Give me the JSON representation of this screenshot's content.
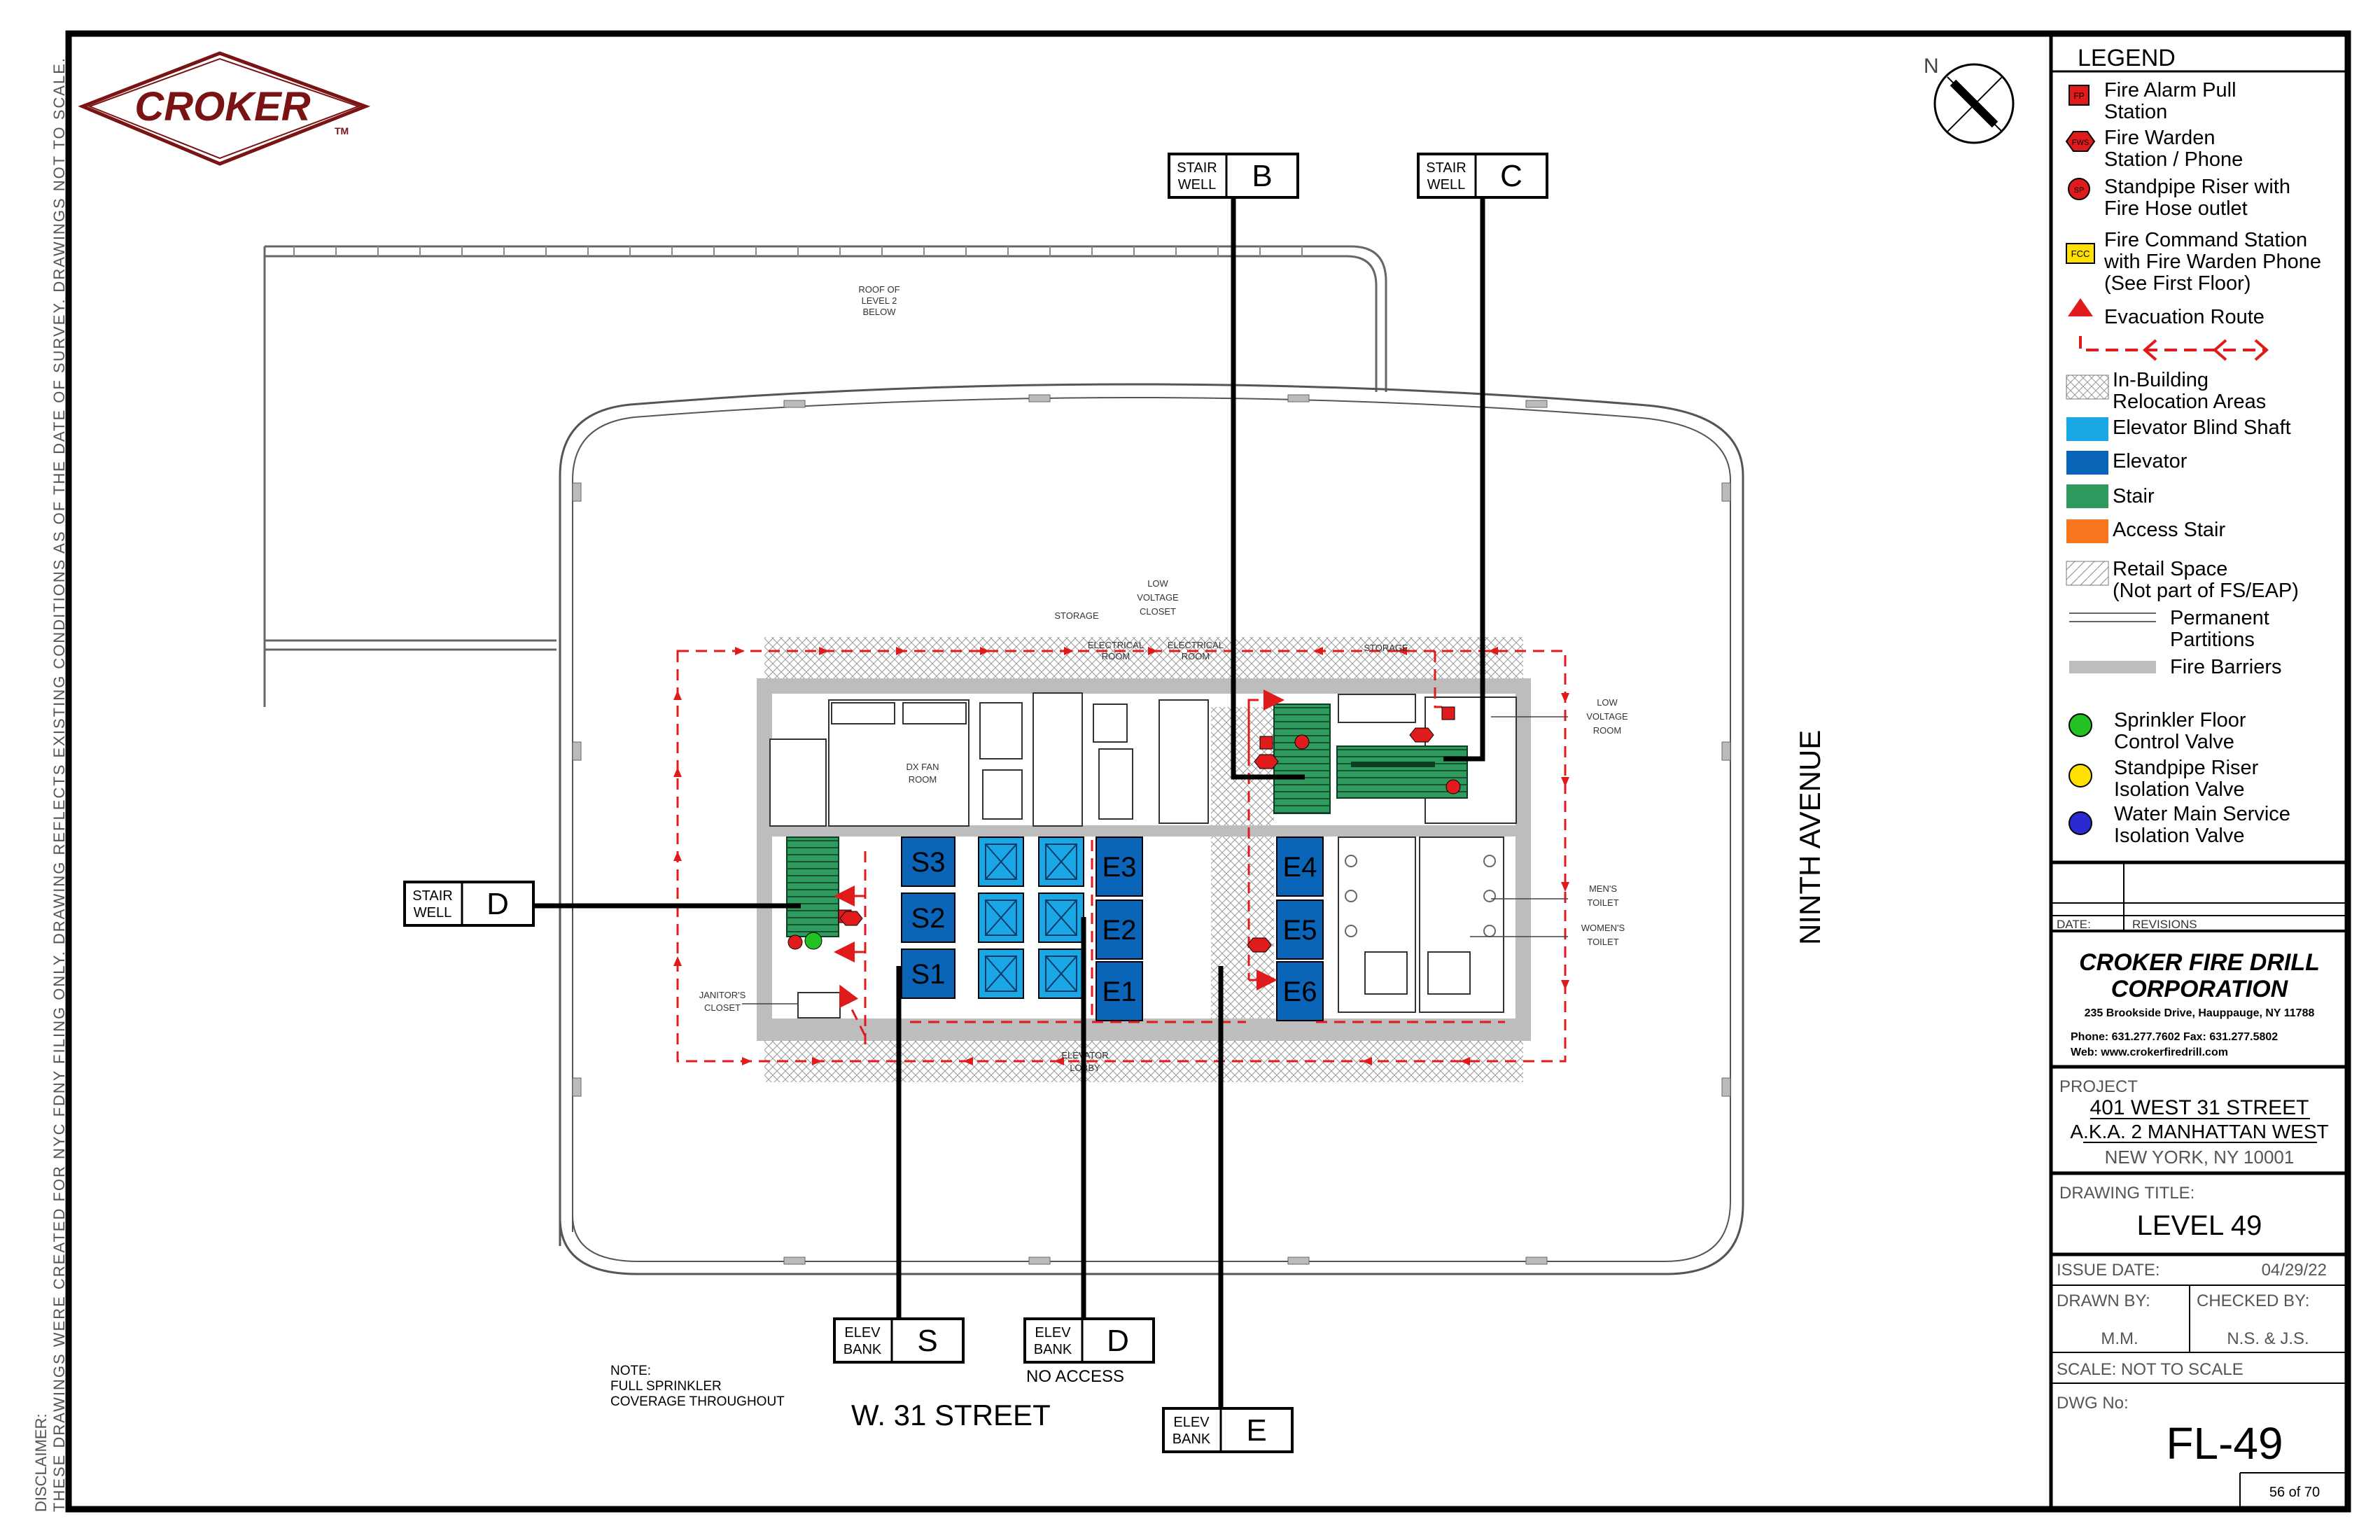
{
  "logo": {
    "text": "CROKER",
    "tm": "TM"
  },
  "disclaimer": {
    "line1": "DISCLAIMER:",
    "line2": "THESE DRAWINGS WERE CREATED FOR NYC FDNY FILING ONLY. DRAWING REFLECTS EXISTING CONDITIONS AS OF THE DATE OF SURVEY. DRAWINGS NOT TO SCALE."
  },
  "north": {
    "label": "N"
  },
  "plan": {
    "roof_level2": [
      "ROOF OF",
      "LEVEL 2",
      "BELOW"
    ],
    "rooms": {
      "storage_left": "STORAGE",
      "electrical_room_1": [
        "ELECTRICAL",
        "ROOM"
      ],
      "low_voltage_top": [
        "LOW",
        "VOLTAGE",
        "CLOSET"
      ],
      "electrical_room_2": [
        "ELECTRICAL",
        "ROOM"
      ],
      "storage_right": "STORAGE",
      "low_voltage_right": [
        "LOW",
        "VOLTAGE",
        "ROOM"
      ],
      "dx_fan": [
        "DX FAN",
        "ROOM"
      ],
      "mens_toilet": [
        "MEN'S",
        "TOILET"
      ],
      "womens_toilet": [
        "WOMEN'S",
        "TOILET"
      ],
      "janitors_closet": [
        "JANITOR'S",
        "CLOSET"
      ],
      "elevator_lobby": [
        "ELEVATOR",
        "LOBBY"
      ]
    },
    "elevators": [
      "S3",
      "S2",
      "S1",
      "E3",
      "E2",
      "E1",
      "E4",
      "E5",
      "E6"
    ],
    "stair_callouts": [
      {
        "small": [
          "STAIR",
          "WELL"
        ],
        "letter": "B"
      },
      {
        "small": [
          "STAIR",
          "WELL"
        ],
        "letter": "C"
      },
      {
        "small": [
          "STAIR",
          "WELL"
        ],
        "letter": "D"
      }
    ],
    "elev_callouts": [
      {
        "small": [
          "ELEV",
          "BANK"
        ],
        "letter": "S"
      },
      {
        "small": [
          "ELEV",
          "BANK"
        ],
        "letter": "D",
        "note": "NO ACCESS"
      },
      {
        "small": [
          "ELEV",
          "BANK"
        ],
        "letter": "E"
      }
    ],
    "streets": {
      "south": "W. 31 STREET",
      "east": "NINTH AVENUE"
    },
    "note": [
      "NOTE:",
      "FULL SPRINKLER",
      "COVERAGE THROUGHOUT"
    ]
  },
  "legend": {
    "title": "LEGEND",
    "items": [
      {
        "icon": "FP",
        "lines": [
          "Fire Alarm Pull",
          "Station"
        ]
      },
      {
        "icon": "FWS",
        "lines": [
          "Fire Warden",
          "Station / Phone"
        ]
      },
      {
        "icon": "SP",
        "lines": [
          "Standpipe Riser with",
          "Fire Hose outlet"
        ]
      },
      {
        "icon": "FCC",
        "lines": [
          "Fire Command Station",
          "with Fire Warden Phone",
          "(See First Floor)"
        ]
      },
      {
        "lines": [
          "Evacuation  Route"
        ]
      },
      {
        "lines": [
          "In-Building",
          "Relocation Areas"
        ]
      },
      {
        "lines": [
          "Elevator Blind Shaft"
        ]
      },
      {
        "lines": [
          "Elevator"
        ]
      },
      {
        "lines": [
          "Stair"
        ]
      },
      {
        "lines": [
          "Access Stair"
        ]
      },
      {
        "lines": [
          "Retail Space",
          "(Not part of FS/EAP)"
        ]
      },
      {
        "lines": [
          "Permanent",
          "Partitions"
        ]
      },
      {
        "lines": [
          "Fire Barriers"
        ]
      },
      {
        "lines": [
          "Sprinkler Floor",
          "Control Valve"
        ]
      },
      {
        "lines": [
          "Standpipe Riser",
          "Isolation Valve"
        ]
      },
      {
        "lines": [
          "Water Main Service",
          "Isolation Valve"
        ]
      }
    ]
  },
  "title_block": {
    "revisions": {
      "date": "DATE:",
      "revisions": "REVISIONS"
    },
    "company": {
      "name1": "CROKER FIRE DRILL",
      "name2": "CORPORATION",
      "address": "235 Brookside Drive, Hauppauge, NY 11788",
      "phone": "Phone: 631.277.7602  Fax: 631.277.5802",
      "web": "Web: www.crokerfiredrill.com"
    },
    "project": {
      "label": "PROJECT",
      "line1": "401 WEST 31 STREET",
      "line2": "A.K.A. 2 MANHATTAN WEST",
      "line3": "NEW YORK, NY 10001"
    },
    "drawing_title": {
      "label": "DRAWING TITLE:",
      "value": "LEVEL 49"
    },
    "issue_date": {
      "label": "ISSUE DATE:",
      "value": "04/29/22"
    },
    "drawn_by": {
      "label": "DRAWN BY:",
      "value": "M.M."
    },
    "checked_by": {
      "label": "CHECKED BY:",
      "value": "N.S. & J.S."
    },
    "scale": {
      "label": "SCALE:",
      "value": "NOT TO SCALE"
    },
    "dwg_no": {
      "label": "DWG No:",
      "value": "FL-49"
    },
    "sheet": "56 of 70"
  },
  "colors": {
    "elevator": "#0a64b8",
    "blind_shaft": "#1aa7e6",
    "stair": "#2e9a5e",
    "access_stair": "#f7761e",
    "route": "#e01b1b",
    "barrier": "#bdbdbd",
    "logo": "#7a1414"
  }
}
